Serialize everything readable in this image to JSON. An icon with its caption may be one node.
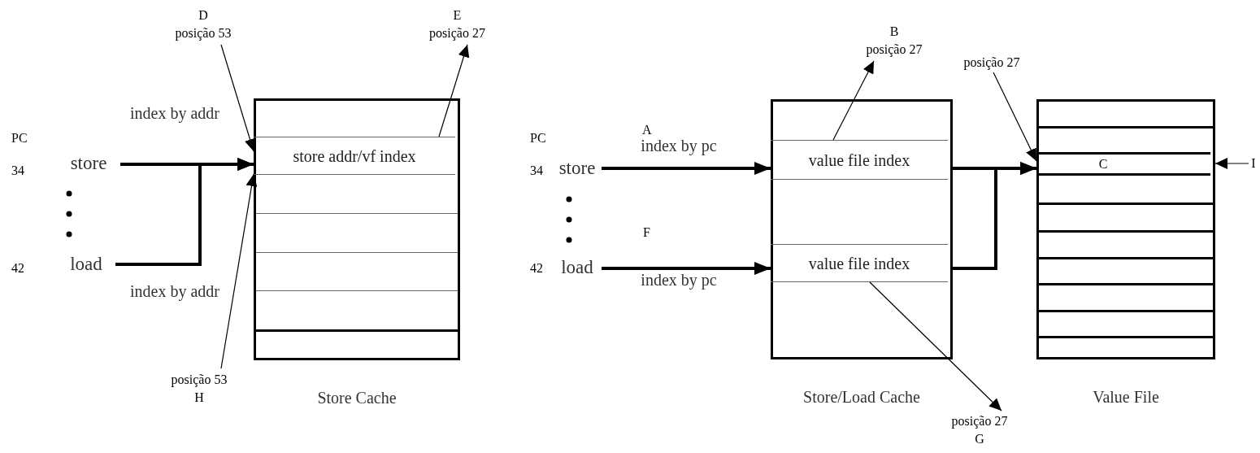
{
  "diagram": {
    "nodes": [
      {
        "text": [
          "store"
        ]
      },
      {
        "text": [
          "load"
        ]
      },
      {
        "text": [],
        "shape": "box",
        "beside": [
          "Store Cache"
        ]
      },
      {
        "text": [
          "store addr/vf index"
        ],
        "in": 2
      },
      {
        "text": [
          "D",
          "posição 53"
        ]
      },
      {
        "text": [
          "E",
          "posição 27"
        ]
      },
      {
        "text": [
          "posição 53",
          "H"
        ]
      },
      {
        "text": [
          "store"
        ]
      },
      {
        "text": [
          "load"
        ]
      },
      {
        "text": [],
        "shape": "box",
        "beside": [
          "Store/Load Cache"
        ]
      },
      {
        "text": [
          "value file index"
        ],
        "in": 9
      },
      {
        "text": [
          "value file index"
        ],
        "in": 9
      },
      {
        "text": [],
        "shape": "box",
        "beside": [
          "Value File"
        ]
      },
      {
        "text": [
          "C"
        ],
        "in": 12
      },
      {
        "text": [
          "B",
          "posição 27"
        ]
      },
      {
        "text": [
          "posição 27"
        ]
      },
      {
        "text": [
          "I"
        ]
      },
      {
        "text": [
          "posição 27",
          "G"
        ]
      }
    ],
    "edges": [
      {
        "from": 0,
        "to": 3,
        "arrow": "to",
        "label": "index by addr",
        "style": "thick"
      },
      {
        "from": 1,
        "to": 3,
        "arrow": "to",
        "label": "index by addr",
        "style": "thick"
      },
      {
        "from": 4,
        "to": 3,
        "arrow": "to"
      },
      {
        "from": 6,
        "to": 3,
        "arrow": "to"
      },
      {
        "from": 3,
        "to": 5,
        "arrow": "to"
      },
      {
        "from": 7,
        "to": 10,
        "arrow": "to",
        "label": "index by pc",
        "style": "thick"
      },
      {
        "from": 8,
        "to": 11,
        "arrow": "to",
        "label": "index by pc",
        "style": "thick"
      },
      {
        "from": 10,
        "to": 13,
        "arrow": "to",
        "style": "thick"
      },
      {
        "from": 11,
        "to": 13,
        "arrow": "to",
        "style": "thick"
      },
      {
        "from": 10,
        "to": 14,
        "arrow": "to"
      },
      {
        "from": 15,
        "to": 13,
        "arrow": "to"
      },
      {
        "from": 16,
        "to": 13,
        "arrow": "to"
      },
      {
        "from": 11,
        "to": 17,
        "arrow": "to"
      }
    ],
    "labels": [
      "PC",
      "34",
      "42",
      "PC",
      "34",
      "42",
      "A",
      "F"
    ]
  }
}
